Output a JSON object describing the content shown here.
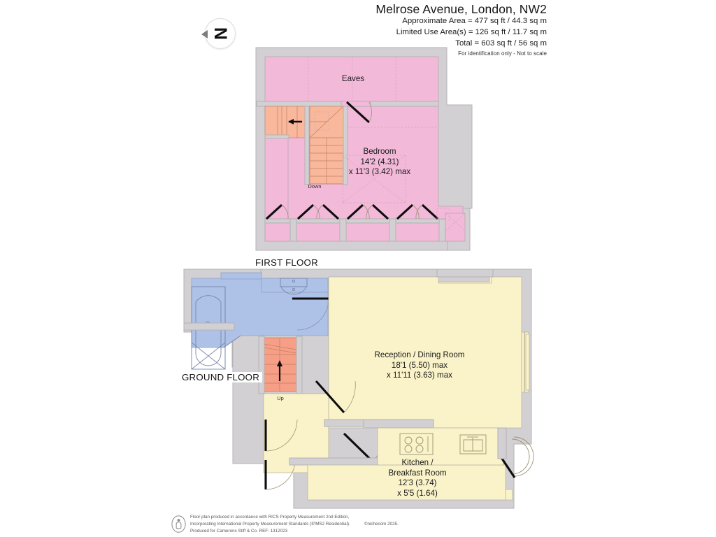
{
  "header": {
    "title": "Melrose Avenue, London, NW2",
    "approx_area": "Approximate Area = 477 sq ft / 44.3 sq m",
    "limited_use_area": "Limited Use Area(s) = 126 sq ft / 11.7 sq m",
    "total_area": "Total = 603 sq ft / 56 sq m",
    "disclaimer": "For identification only - Not to scale"
  },
  "compass": {
    "letter": "N",
    "icon": "north-arrow"
  },
  "floors": [
    {
      "id": "first",
      "label": "FIRST FLOOR",
      "fill": "#f2b9d8",
      "rooms": [
        {
          "id": "eaves",
          "name": "Eaves",
          "dim_imperial": "",
          "dim_metric": ""
        },
        {
          "id": "bedroom",
          "name": "Bedroom",
          "dim_imperial": "14'2 (4.31)",
          "dim_metric": "x 11'3 (3.42) max"
        }
      ],
      "stairs": {
        "label": "Down",
        "fill": "#f9b79b",
        "direction": "down"
      }
    },
    {
      "id": "ground",
      "label": "GROUND FLOOR",
      "fill": "#faf3c9",
      "rooms": [
        {
          "id": "reception-dining",
          "name": "Reception / Dining Room",
          "dim_imperial": "18'1 (5.50) max",
          "dim_metric": "x 11'11 (3.63) max"
        },
        {
          "id": "kitchen-breakfast",
          "name_line1": "Kitchen /",
          "name_line2": "Breakfast Room",
          "dim_imperial": "12'3 (3.74)",
          "dim_metric": "x 5'5 (1.64)"
        },
        {
          "id": "bathroom",
          "name": "",
          "fill": "#aec1e6"
        }
      ],
      "stairs": {
        "label": "Up",
        "fill": "#f79e86",
        "direction": "up"
      }
    }
  ],
  "colors": {
    "pink_room": "#f2b9d8",
    "yellow_room": "#faf3c9",
    "blue_room": "#aec1e6",
    "stairs_first": "#f9b79b",
    "stairs_ground": "#f79e86",
    "wall": "#d2d0d3",
    "wall_edge": "#b4b2b5",
    "door_leaf": "#101010"
  },
  "footer": {
    "line1": "Floor plan produced in accordance with RICS Property Measurement 2nd Edition,",
    "line2": "Incorporating International Property Measurement Standards (IPMS2 Residential).",
    "copyright": "©nichecom 2025.",
    "line3": "Produced for Camerons Stiff & Co.   REF:  1312023",
    "icon": "person-info-icon"
  }
}
